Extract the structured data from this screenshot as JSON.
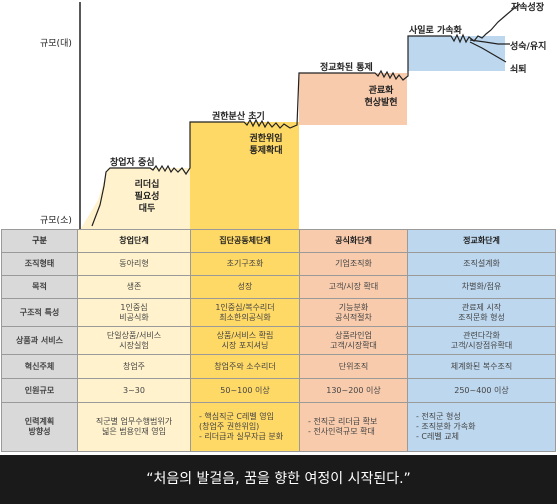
{
  "axis": {
    "y_top_label": "규모(대)",
    "y_bottom_label": "규모(소)"
  },
  "stages": [
    {
      "title": "창업자 중심",
      "crisis": [
        "리더십",
        "필요성",
        "대두"
      ]
    },
    {
      "title": "권한분산 초기",
      "crisis": [
        "권한위임",
        "통제확대"
      ]
    },
    {
      "title": "정교화된 통제",
      "crisis": [
        "관료화",
        "현상발현"
      ]
    },
    {
      "title": "사일로 가속화"
    }
  ],
  "outcomes": [
    "지속성장",
    "성숙/유지",
    "쇠퇴"
  ],
  "table": {
    "header": {
      "label": "구분",
      "cols": [
        "창업단계",
        "집단공동체단계",
        "공식화단계",
        "정교화단계"
      ]
    },
    "rows": [
      {
        "label": "조직형태",
        "cells": [
          "동아리형",
          "초기구조화",
          "기업조직화",
          "조직설계화"
        ]
      },
      {
        "label": "목적",
        "cells": [
          "생존",
          "성장",
          "고객/시장 확대",
          "차별화/점유"
        ]
      },
      {
        "label": "구조적 특성",
        "cells": [
          "1인중심\n비공식화",
          "1인중심/복수리더\n최소한의공식화",
          "기능분화\n공식적절차",
          "관료제 시작\n조직문화 형성"
        ]
      },
      {
        "label": "상품과 서비스",
        "cells": [
          "단일상품/서비스\n시장실험",
          "상품/서비스 확립\n시장 포지셔닝",
          "상품라인업\n고객/시장확대",
          "관련다각화\n고객/시장점유확대"
        ]
      },
      {
        "label": "혁신주체",
        "cells": [
          "창업주",
          "창업주와 소수리더",
          "단위조직",
          "체계화된 복수조직"
        ]
      },
      {
        "label": "인원규모",
        "cells": [
          "3~30",
          "50~100 이상",
          "130~200 이상",
          "250~400 이상"
        ]
      },
      {
        "label": "인력계획\n방향성",
        "cells": [
          "직군별 업무수행범위가\n넓은 범용인재 영입",
          "- 핵심직군 C레벨 영입\n(창업주 권한위임)\n- 리더급과 실무자급 분화",
          "- 전직군 리더급 확보\n- 전사인력규모 확대",
          "- 전직군 형성\n- 조직분화 가속화\n- C레벨 교체"
        ]
      }
    ]
  },
  "banner": "“처음의 발걸음, 꿈을 향한 여정이 시작된다.”",
  "colors": {
    "stage1": "#fff2cc",
    "stage2": "#ffd966",
    "stage3": "#f8cbad",
    "stage4": "#bdd7ee",
    "header": "#d9d9d9",
    "banner": "#1a1a1a"
  }
}
